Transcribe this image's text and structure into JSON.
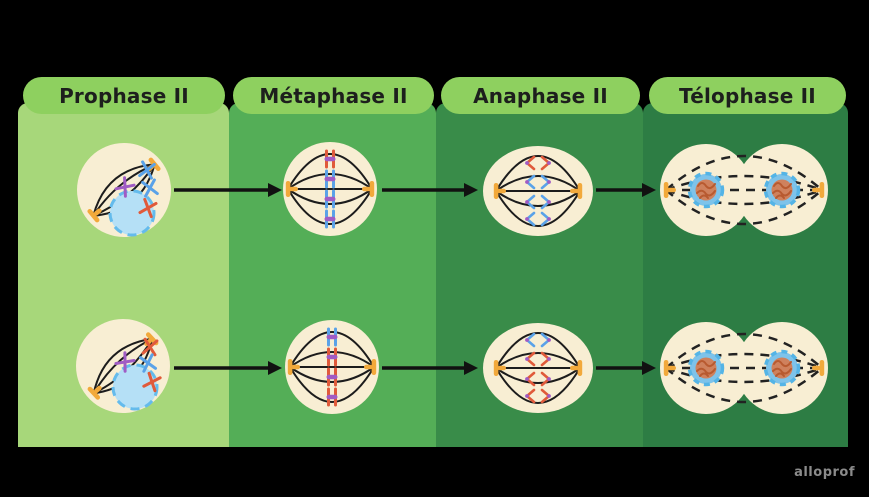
{
  "diagram": {
    "subject": "meiosis-II-phases",
    "phases": [
      {
        "label": "Prophase II"
      },
      {
        "label": "Métaphase II"
      },
      {
        "label": "Anaphase II"
      },
      {
        "label": "Télophase II"
      }
    ],
    "rows": 2,
    "watermark": "alloprof",
    "colors": {
      "background": "#000000",
      "column_prophase": "#a7d77a",
      "column_metaphase": "#54ae57",
      "column_anaphase": "#398c49",
      "column_telophase": "#2d7d44",
      "phase_pill": "#8ed05f",
      "phase_pill_text": "#1d1f1d",
      "cell_fill": "#f8eed3",
      "spindle_fiber": "#1c1c1c",
      "centriole_orange": "#f2a93b",
      "chromosome_blue": "#5aa2e8",
      "chromosome_red": "#e05a3a",
      "centromere_purple": "#a05cc4",
      "nucleus_fill": "#b5e0f6",
      "nucleus_border": "#64bbec",
      "telophase_nucleus_fill": "#7ec3ea",
      "chromatin_orange": "#dd7544",
      "arrow": "#111111",
      "watermark_text": "#8b8b8b"
    }
  }
}
